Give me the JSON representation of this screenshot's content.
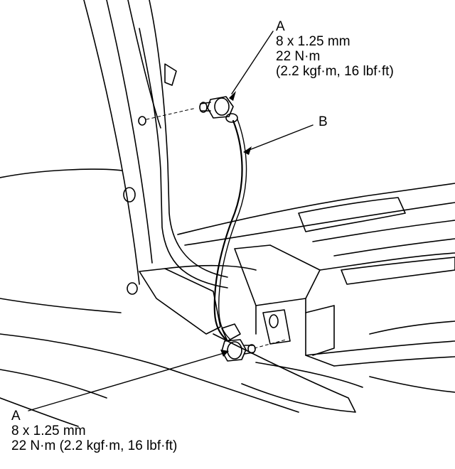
{
  "callouts": {
    "top": {
      "letter": "A",
      "line1": "8 x 1.25 mm",
      "line2": "22 N·m",
      "line3": "(2.2 kgf·m, 16 lbf·ft)"
    },
    "b": {
      "letter": "B"
    },
    "bottom": {
      "letter": "A",
      "line1": "8 x 1.25 mm",
      "line2": "22 N·m (2.2 kgf·m, 16 lbf·ft)"
    }
  },
  "colors": {
    "line": "#000000",
    "background": "#ffffff"
  }
}
